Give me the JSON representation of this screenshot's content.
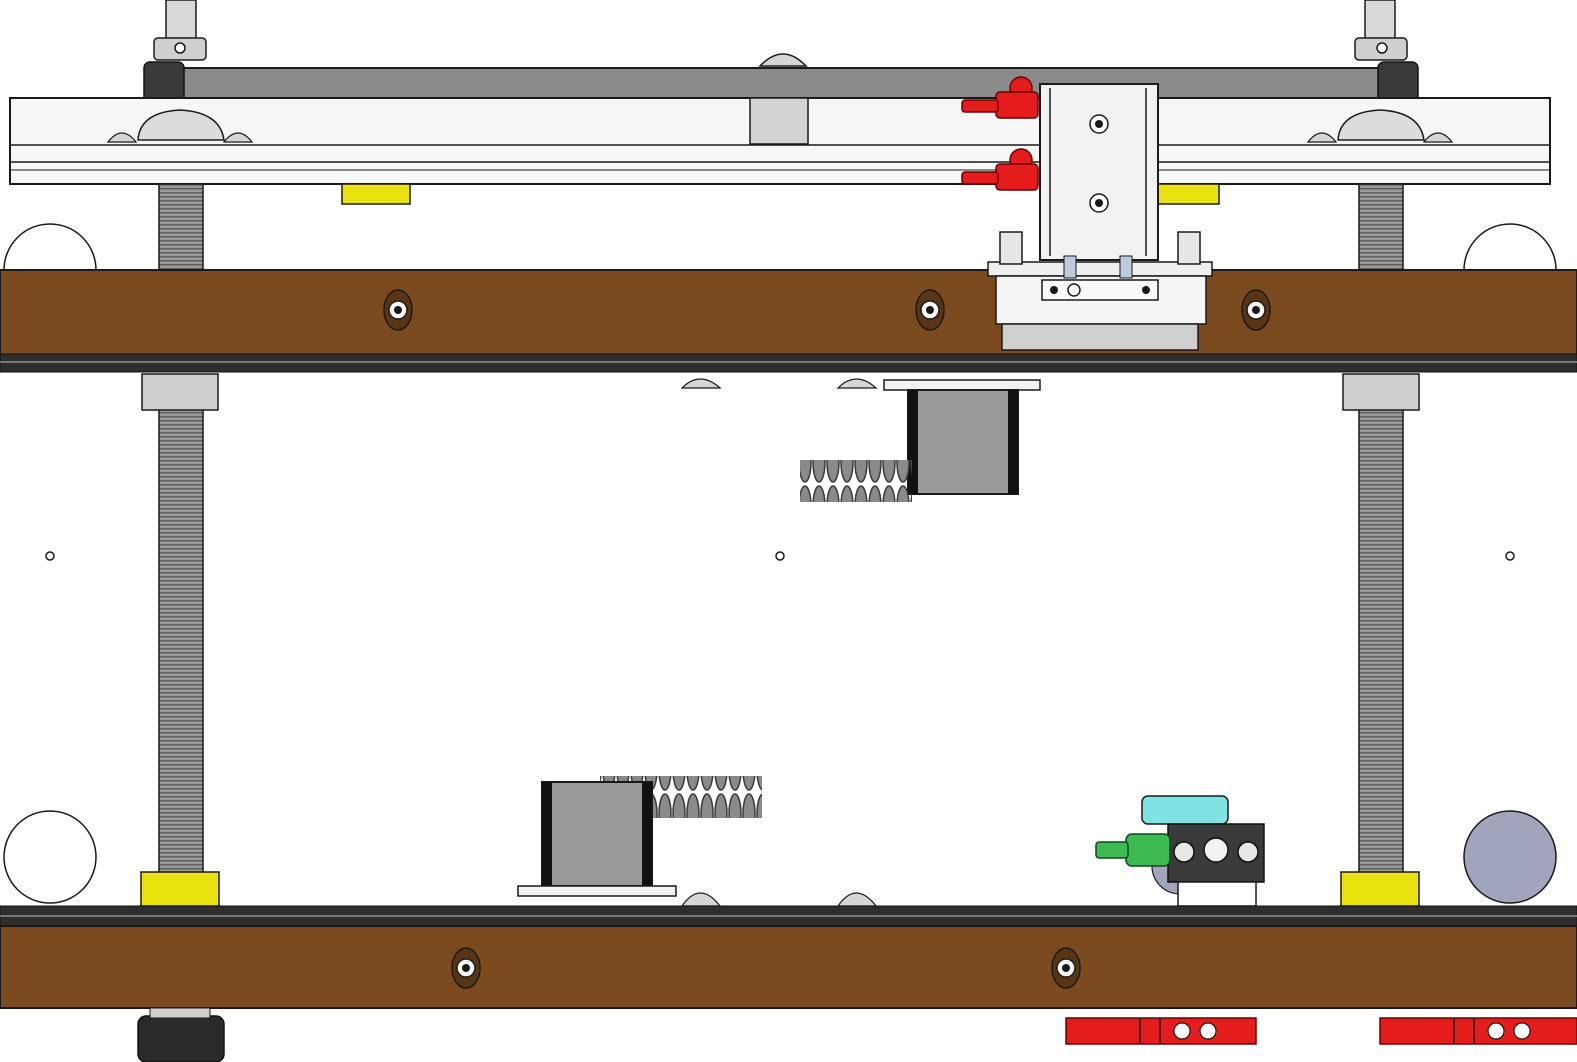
{
  "view": "cad-front-view",
  "colors": {
    "background": "#ffffff",
    "wood_beam": "#7b4a1e",
    "wood_beam_edge": "#3a2410",
    "aluminum": "#ececec",
    "steel_dark": "#2b2b2b",
    "rod_gray": "#8d8d8d",
    "motor_gray": "#9a9a9a",
    "yellow_part": "#e9e20f",
    "red_fitting": "#e41c1c",
    "green_fitting": "#3dbb52",
    "cyan_sensor": "#7fe3e3",
    "disc_gray": "#a1a5bb",
    "outline": "#1a1a1a"
  },
  "components": [
    "top-timing-belt",
    "top-aluminum-rail",
    "carriage-block",
    "pneumatic-fittings-red",
    "upper-wood-beam",
    "lower-wood-beam",
    "threaded-rod-left",
    "threaded-rod-right",
    "stepper-motor-upper",
    "stepper-motor-lower",
    "valve-assembly",
    "corner-discs",
    "bottom-feet"
  ]
}
